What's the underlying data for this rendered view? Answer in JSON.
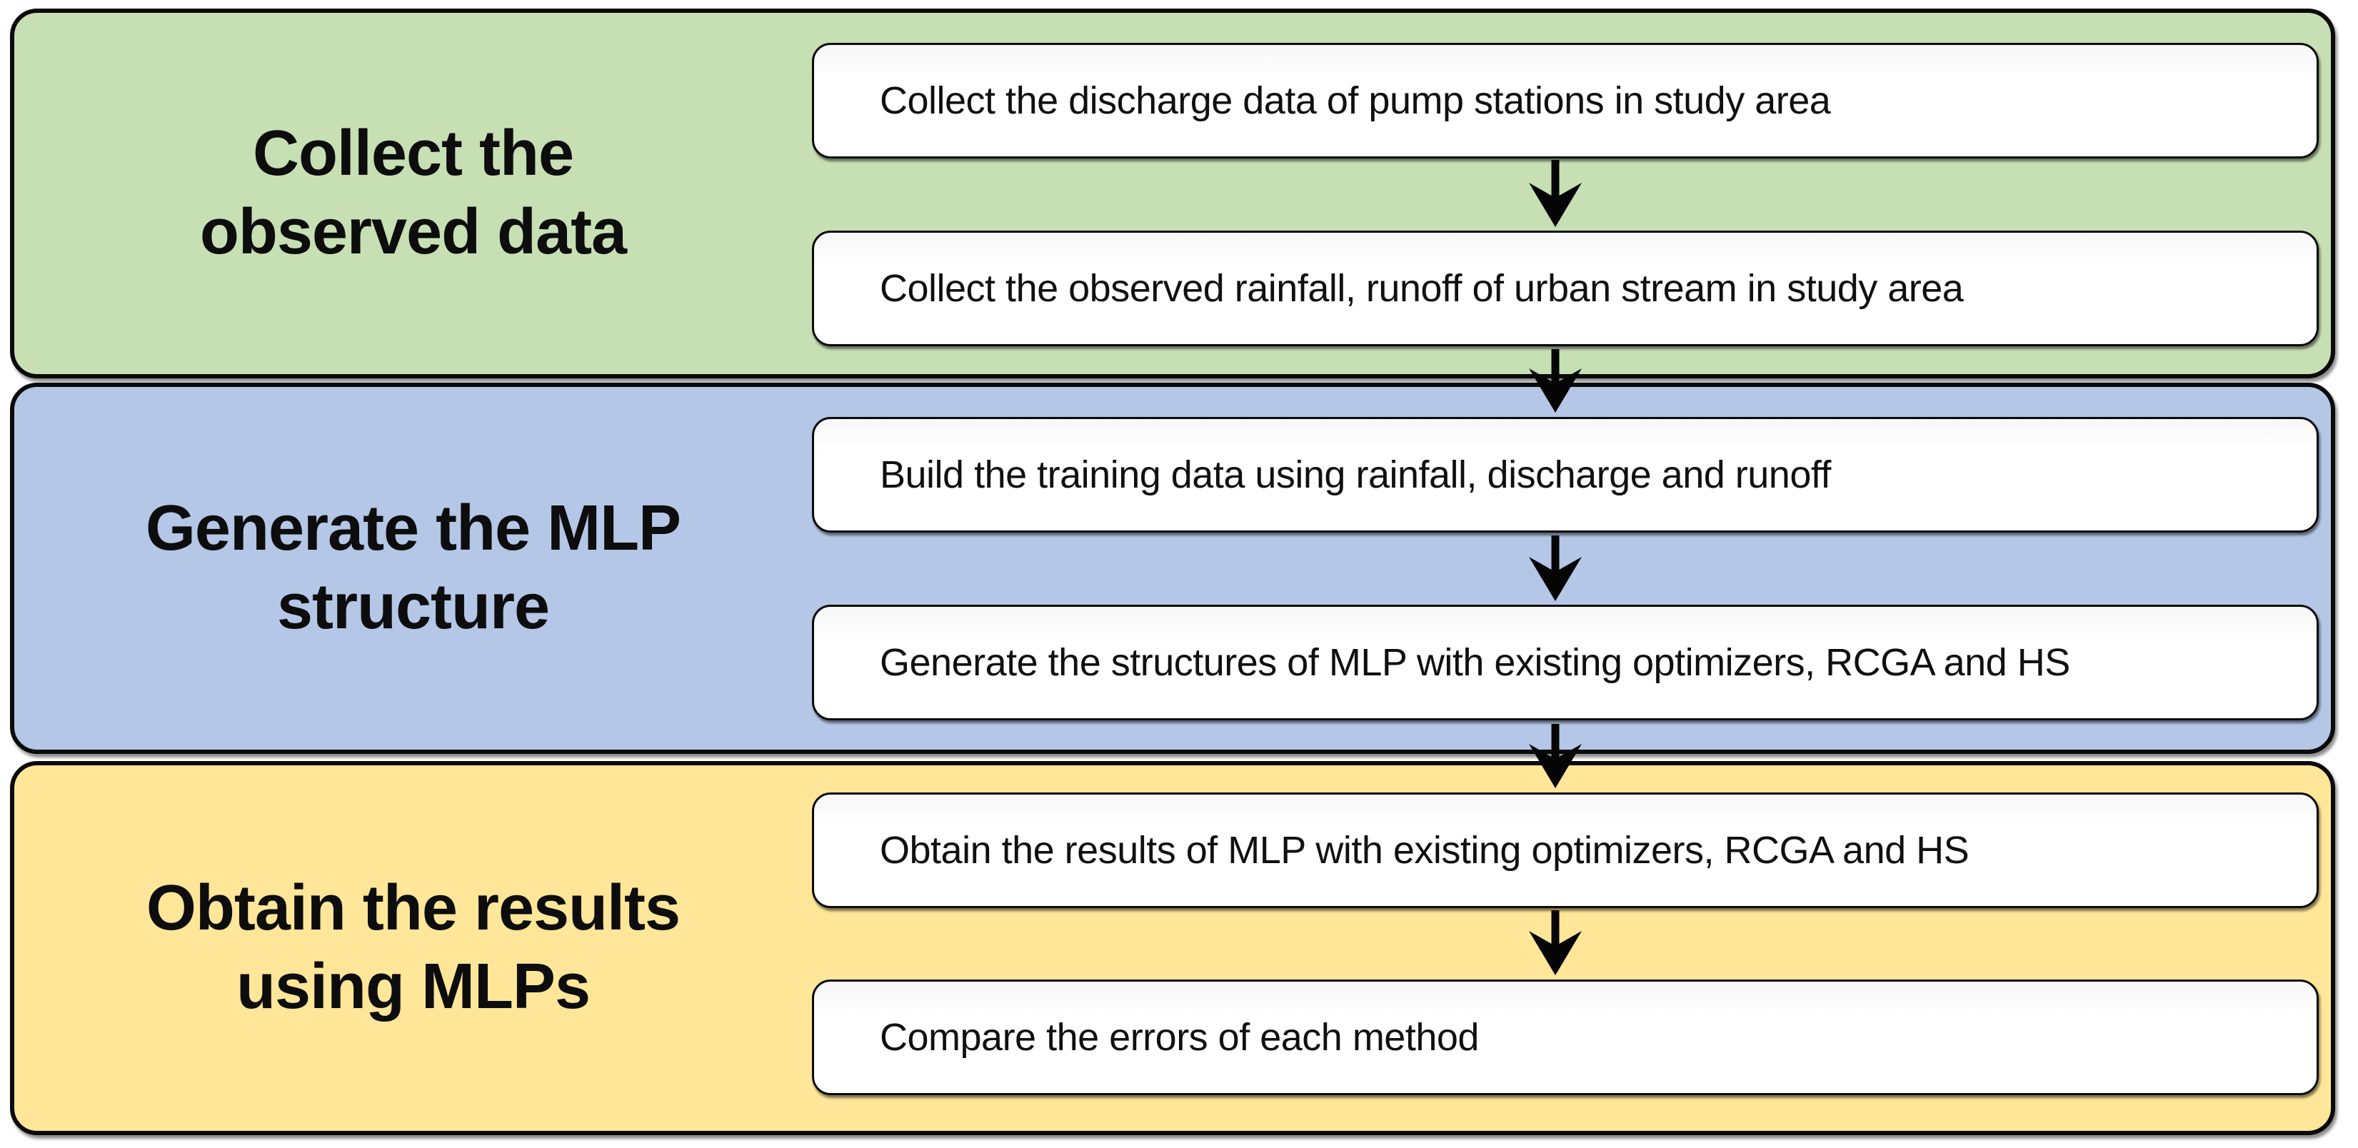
{
  "sections": [
    {
      "title_lines": [
        "Collect the",
        "observed data"
      ],
      "color": "#c6e0b4",
      "boxes": [
        "Collect the discharge data of pump stations in study area",
        "Collect the observed rainfall, runoff of urban stream in study area"
      ]
    },
    {
      "title_lines": [
        "Generate the MLP",
        "structure"
      ],
      "color": "#b4c7e7",
      "boxes": [
        "Build the training data using rainfall, discharge and runoff",
        "Generate the structures of MLP with existing optimizers, RCGA and HS"
      ]
    },
    {
      "title_lines": [
        "Obtain the results",
        "using MLPs"
      ],
      "color": "#ffe699",
      "boxes": [
        "Obtain the results of MLP with existing optimizers, RCGA and HS",
        "Compare the errors of each method"
      ]
    }
  ],
  "arrow_color": "#050505",
  "border_color": "#0a0a0a"
}
